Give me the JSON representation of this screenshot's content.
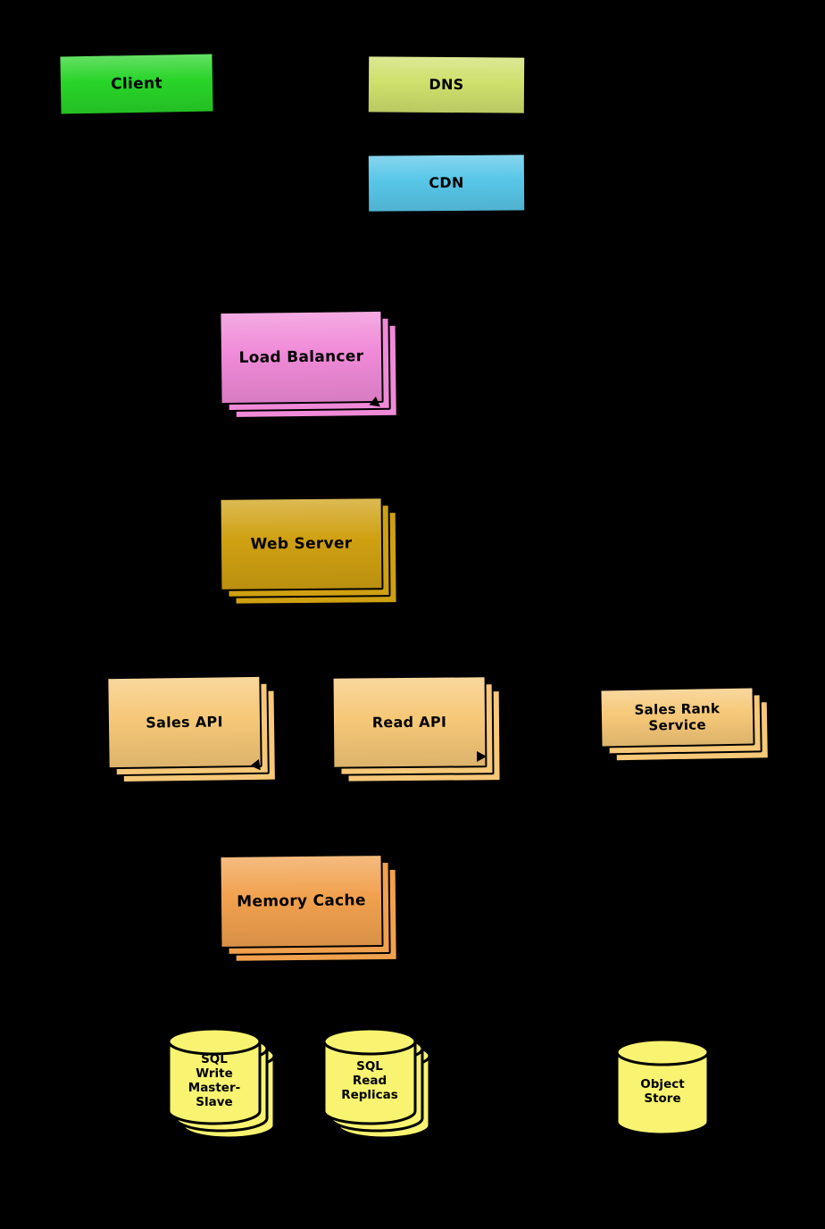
{
  "background": "#000000",
  "diagram_type": "system-architecture",
  "nodes": {
    "client": {
      "label": "Client",
      "color": "#28d428",
      "shape": "box",
      "instances": 1
    },
    "dns": {
      "label": "DNS",
      "color": "#cfe06c",
      "shape": "box",
      "instances": 1
    },
    "cdn": {
      "label": "CDN",
      "color": "#58c6e8",
      "shape": "box",
      "instances": 1
    },
    "load_balancer": {
      "label": "Load Balancer",
      "color": "#f08ad8",
      "shape": "stacked-box",
      "instances": 3
    },
    "web_server": {
      "label": "Web Server",
      "color": "#cfa011",
      "shape": "stacked-box",
      "instances": 3
    },
    "sales_api": {
      "label": "Sales API",
      "color": "#f6c878",
      "shape": "stacked-box",
      "instances": 3
    },
    "read_api": {
      "label": "Read API",
      "color": "#f6c878",
      "shape": "stacked-box",
      "instances": 3
    },
    "sales_rank_service": {
      "label": "Sales Rank\nService",
      "color": "#f6c878",
      "shape": "stacked-box",
      "instances": 3
    },
    "memory_cache": {
      "label": "Memory Cache",
      "color": "#f1a14e",
      "shape": "stacked-box",
      "instances": 3
    },
    "sql_write_master_slave": {
      "label": "SQL\nWrite\nMaster-\nSlave",
      "color": "#f8f370",
      "shape": "stacked-cylinder",
      "instances": 3
    },
    "sql_read_replicas": {
      "label": "SQL\nRead\nReplicas",
      "color": "#f8f370",
      "shape": "stacked-cylinder",
      "instances": 3
    },
    "object_store": {
      "label": "Object\nStore",
      "color": "#f8f370",
      "shape": "cylinder",
      "instances": 1
    }
  },
  "icons": {
    "database_cylinder": "svg-cylinder",
    "arrowhead": "black-triangle"
  }
}
